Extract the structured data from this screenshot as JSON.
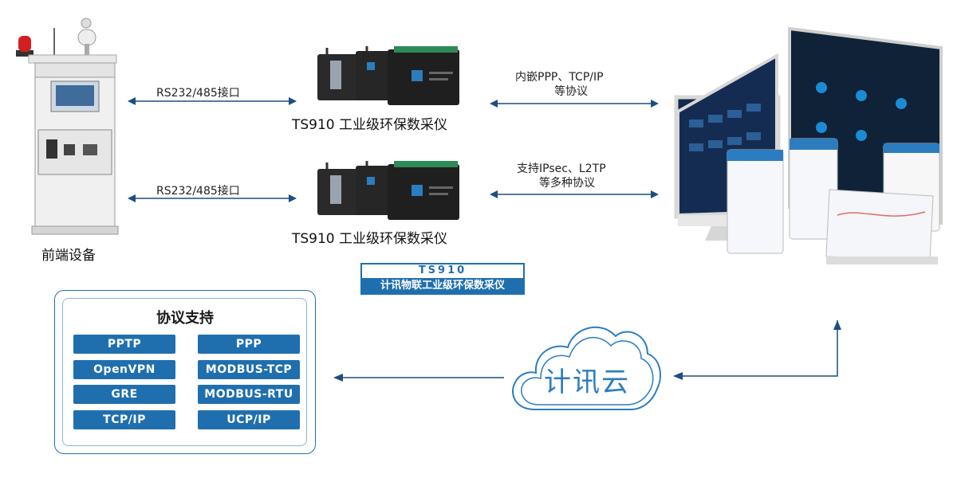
{
  "links": {
    "serial_1": "RS232/485接口",
    "serial_2": "RS232/485接口",
    "net_1_line1": "内嵌PPP、TCP/IP",
    "net_1_line2": "等协议",
    "net_2_line1": "支持IPsec、L2TP",
    "net_2_line2": "等多种协议"
  },
  "devices": {
    "caption_1": "TS910 工业级环保数采仪",
    "caption_2": "TS910 工业级环保数采仪"
  },
  "front_end": {
    "label": "前端设备"
  },
  "badge": {
    "model": "TS910",
    "name": "计讯物联工业级环保数采仪"
  },
  "cloud": {
    "label": "计讯云"
  },
  "protocols": {
    "title": "协议支持",
    "left": [
      "PPTP",
      "OpenVPN",
      "GRE",
      "TCP/IP"
    ],
    "right": [
      "PPP",
      "MODBUS-TCP",
      "MODBUS-RTU",
      "UCP/IP"
    ]
  },
  "colors": {
    "accent": "#1f6fae",
    "line": "#1b4f80",
    "cloud": "#2b7dc0"
  }
}
